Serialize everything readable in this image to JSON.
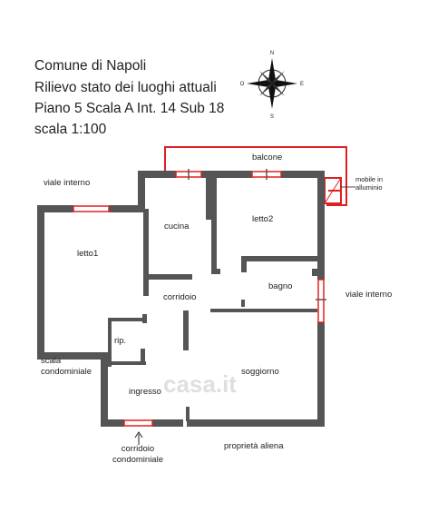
{
  "header": {
    "line1": "Comune di Napoli",
    "line2": "Rilievo stato dei luoghi attuali",
    "line3": "Piano 5 Scala A Int. 14 Sub 18",
    "line4": "scala 1:100"
  },
  "compass": {
    "north": "N",
    "south": "S",
    "east": "E",
    "west": "O"
  },
  "rooms": {
    "balcone": "balcone",
    "cucina": "cucina",
    "letto2": "letto2",
    "letto1": "letto1",
    "corridoio": "corridoio",
    "bagno": "bagno",
    "rip": "rip.",
    "soggiorno": "soggiorno",
    "ingresso": "ingresso"
  },
  "annotations": {
    "viale_interno_left": "viale interno",
    "viale_interno_right": "viale interno",
    "mobile_line1": "mobile in",
    "mobile_line2": "alluminio",
    "scala_line1": "scala",
    "scala_line2": "condominiale",
    "corridoio_line1": "corridoio",
    "corridoio_line2": "condominiale",
    "proprieta": "proprietà aliena"
  },
  "watermark": "casa.it",
  "colors": {
    "wall": "#555555",
    "window": "#e02020",
    "text": "#222222"
  }
}
